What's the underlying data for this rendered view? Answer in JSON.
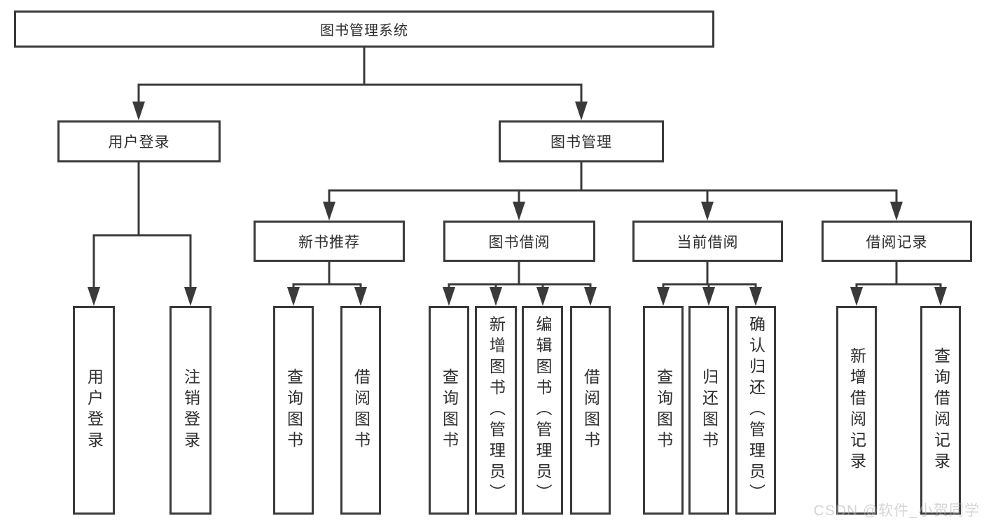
{
  "tree": {
    "label": "图书管理系统",
    "children": [
      {
        "label": "用户登录",
        "children": [
          {
            "label": "用户登录"
          },
          {
            "label": "注销登录"
          }
        ]
      },
      {
        "label": "图书管理",
        "children": [
          {
            "label": "新书推荐",
            "children": [
              {
                "label": "查询图书"
              },
              {
                "label": "借阅图书"
              }
            ]
          },
          {
            "label": "图书借阅",
            "children": [
              {
                "label": "查询图书"
              },
              {
                "label": "新增图书（管理员）"
              },
              {
                "label": "编辑图书（管理员）"
              },
              {
                "label": "借阅图书"
              }
            ]
          },
          {
            "label": "当前借阅",
            "children": [
              {
                "label": "查询图书"
              },
              {
                "label": "归还图书"
              },
              {
                "label": "确认归还（管理员）"
              }
            ]
          },
          {
            "label": "借阅记录",
            "children": [
              {
                "label": "新增借阅记录"
              },
              {
                "label": "查询借阅记录"
              }
            ]
          }
        ]
      }
    ]
  },
  "watermark": {
    "text": "CSDN @软件_小贺同学"
  },
  "colors": {
    "line": "#3a3a3a",
    "text": "#2e2e2e",
    "watermark": "#b4b4b4",
    "background": "#ffffff"
  }
}
